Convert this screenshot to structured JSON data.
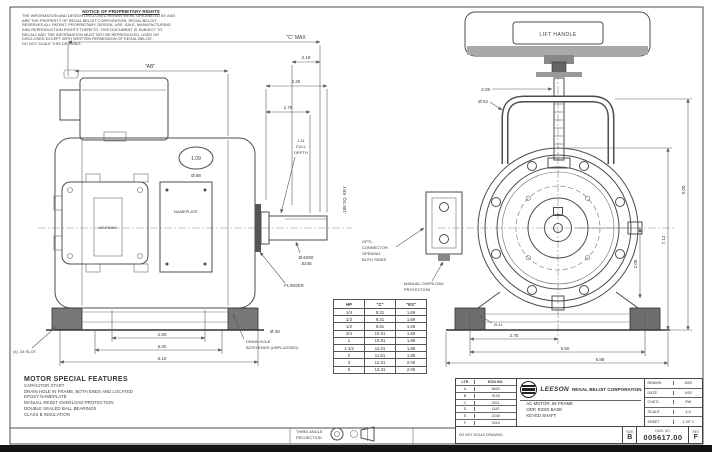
{
  "notes": {
    "title": "NOTICE OF PROPRIETARY RIGHTS",
    "lines": [
      "THE INFORMATION AND DESIGN DISCLOSED HEREIN WERE ORIGINATED BY AND",
      "ARE THE PROPERTY OF REGAL BELOIT CORPORATION.  REGAL BELOIT",
      "RESERVES ALL PATENT, PROPRIETARY, DESIGN, USE, SALE, MANUFACTURING",
      "AND REPRODUCTION RIGHTS THERETO.  THIS DOCUMENT IS SUBJECT TO",
      "RECALL AND THE INFORMATION MUST NOT BE REPRODUCED, USED OR",
      "DISCLOSED EXCEPT WITH WRITTEN PERMISSION OF REGAL BELOIT.",
      "DO NOT SCALE THIS DRAWING."
    ]
  },
  "left_view": {
    "dim_overall": "\"C\" MAX",
    "dim_ab": "\"AB\"",
    "dim_219": "2.19",
    "dim_225": "2.25",
    "dim_178": "1.78",
    "key_depth": [
      "1.41",
      "FULL",
      "DEPTH"
    ],
    "key_note": ".188 SQ. KEY",
    "shaft_dia_top": "Ø.6250",
    "shaft_dia_bot": ".6245",
    "flinger": "FLINGER",
    "lead_hole": "1.09",
    "lead_hole_dia": "Ø.88",
    "nameplate": "NAMEPLATE",
    "warning": "WARNING",
    "drain_dia": "Ø.38",
    "drain_note": [
      "DRAIN HOLE",
      "BOTH ENDS (UNPLUGGED)"
    ],
    "slot_note": "(4) .34 SLOT",
    "base_dim_inner": "2.50",
    "base_dim_mid": "5.00",
    "base_dim_outer": "6.10"
  },
  "right_view": {
    "lift_handle": "LIFT HANDLE",
    "dim_209": "2.09",
    "dim_062": "Ø.62",
    "dim_712": "7.12",
    "dim_900": "9.00",
    "dim_206": "2.06",
    "optl_note": [
      "OPTL.",
      "CONNECTOR",
      "OPENING",
      "BOTH SIDES"
    ],
    "overload_note": [
      "MANUAL OVERLOAD",
      "PROTECTION"
    ],
    "slot_dia": "Ø.41",
    "base_dim_inner": "2.75",
    "base_dim_mid": "5.50",
    "base_dim_outer": "6.88"
  },
  "dim_table": {
    "headers": [
      "HP",
      "\"C\"",
      "\"ES\""
    ],
    "rows": [
      [
        "1/4",
        "9.31",
        "1.69"
      ],
      [
        "1/3",
        "9.31",
        "1.69"
      ],
      [
        "1/2",
        "9.81",
        "1.69"
      ],
      [
        "3/4",
        "10.31",
        "1.69"
      ],
      [
        "1",
        "10.81",
        "1.88"
      ],
      [
        "1-1/2",
        "11.31",
        "1.88"
      ],
      [
        "2",
        "11.81",
        "1.88"
      ],
      [
        "3",
        "12.31",
        "2.06"
      ],
      [
        "5",
        "13.31",
        "2.06"
      ]
    ]
  },
  "features": {
    "title": "MOTOR SPECIAL FEATURES",
    "items": [
      "CAPACITOR START",
      "DRAIN HOLE IN FRAME, BOTH ENDS AND LOCATED",
      "EPOXY NAMEPLATE",
      "MANUAL RESET OVERLOAD PROTECTION",
      "DOUBLE SEALED BALL BEARINGS",
      "CLASS B INSULATION"
    ]
  },
  "projection": {
    "line1": "THIRD ANGLE",
    "line2": "PROJECTION"
  },
  "title_block": {
    "brand": "LEESON",
    "company": "REGAL BELOIT CORPORATION",
    "desc": [
      "AC MOTOR, 56 FRAME",
      "ODP, RIGID BASE",
      "KEYED SHAFT"
    ],
    "rev_header": [
      "LTR",
      "ECN NO."
    ],
    "rev_rows": [
      [
        "A",
        "8402"
      ],
      [
        "B",
        "9126"
      ],
      [
        "C",
        "0311"
      ],
      [
        "D",
        "1187"
      ],
      [
        "E",
        "2245"
      ],
      [
        "F",
        "3310"
      ]
    ],
    "info_rows": [
      [
        "DRAWN",
        "JMS"
      ],
      [
        "DATE",
        "4/02"
      ],
      [
        "CHK'D",
        "RW"
      ],
      [
        "SCALE",
        "1=2"
      ],
      [
        "SHEET",
        "1 OF 1"
      ]
    ],
    "do_not_scale": "DO NOT SCALE DRAWING",
    "size_label": "SIZE",
    "size": "B",
    "dwg_label": "DWG. NO.",
    "dwg_no": "005617.00",
    "rev_label": "REV",
    "rev": "F"
  },
  "colors": {
    "line": "#4a4c52",
    "band": "#141414"
  }
}
